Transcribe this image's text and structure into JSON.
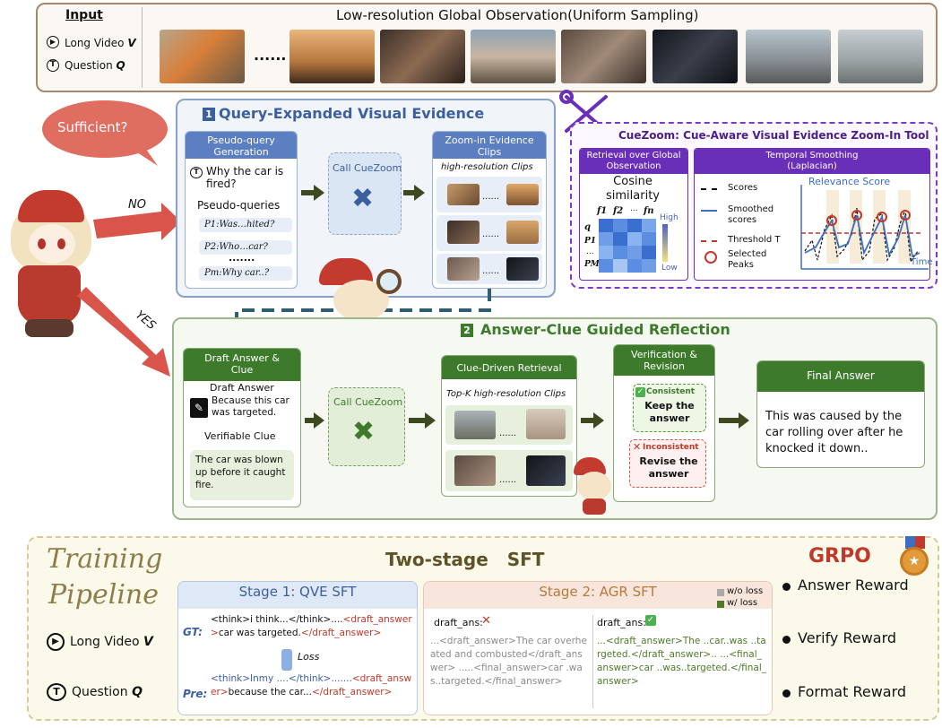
{
  "input": {
    "title": "Input",
    "long_video": "Long Video",
    "long_video_var": "V",
    "question": "Question",
    "question_var": "Q",
    "observation_title": "Low-resolution Global Observation(Uniform Sampling)",
    "ellipsis": "......"
  },
  "sufficient": "Sufficient?",
  "no": "NO",
  "yes": "YES",
  "qve": {
    "num": "1",
    "title": "Query-Expanded Visual Evidence",
    "pseudo_header": "Pseudo-query Generation",
    "question": "Why the car is fired?",
    "pseudo_queries": "Pseudo-queries",
    "p1": "P1:Was…hited?",
    "p2": "P2:Who…car?",
    "pdots": ".......",
    "pm": "Pm:Why car..?",
    "call": "Call CueZoom",
    "zoom_header": "Zoom-in Evidence Clips",
    "hires": "high-resolution Clips",
    "dots": "......"
  },
  "cuezoom": {
    "title": "CueZoom: Cue-Aware Visual Evidence Zoom-In Tool",
    "retrieval_header": "Retrieval over Global Observation",
    "cosine": "Cosine similarity",
    "f_labels": [
      "f1",
      "f2",
      "...",
      "fn"
    ],
    "row_labels": [
      "q",
      "P1",
      "...",
      "PM"
    ],
    "high": "High",
    "low": "Low",
    "smooth_header": "Temporal Smoothing (Laplacian)",
    "legend": [
      "Scores",
      "Smoothed scores",
      "Threshold",
      "Selected Peaks"
    ],
    "threshold_symbol": "T",
    "relevance": "Relevance Score",
    "time": "Time"
  },
  "agr": {
    "num": "2",
    "title": "Answer-Clue Guided Reflection",
    "draft_header": "Draft Answer & Clue",
    "draft_answer_label": "Draft Answer",
    "draft_answer": "Because this car was targeted.",
    "clue_label": "Verifiable Clue",
    "clue": "The car was blown up before it caught fire.",
    "call": "Call CueZoom",
    "retrieval_header": "Clue-Driven Retrieval",
    "topk": "Top-K high-resolution Clips",
    "dots": "......",
    "verify_header": "Verification & Revision",
    "consistent": "Consistent",
    "keep": "Keep the answer",
    "inconsistent": "Inconsistent",
    "revise": "Revise the answer",
    "final_header": "Final Answer",
    "final": "This was caused by the car rolling over after he knocked it down.."
  },
  "training": {
    "title1": "Training",
    "title2": "Pipeline",
    "two_stage": "Two-stage   SFT",
    "long_video": "Long Video",
    "question": "Question",
    "var_v": "V",
    "var_q": "Q",
    "stage1_title": "Stage 1: QVE SFT",
    "gt": "GT:",
    "gt_text_a": "<think>i think...</think>....",
    "gt_text_b": "<draft_answer>",
    "gt_text_c": "car was targeted.",
    "gt_text_d": "</draft_answer>",
    "loss": "Loss",
    "pre": "Pre:",
    "pre_text_a": "<think>Inmy ....</think>.......",
    "pre_text_b": "<draft_answer>",
    "pre_text_c": "because the car...",
    "pre_text_d": "</draft_answer>",
    "stage2_title": "Stage 2: AGR SFT",
    "wo_loss": "w/o loss",
    "w_loss": "w/ loss",
    "draft_ans": "draft_ans:",
    "left_text": "...<draft_answer>The car overheated and combusted</draft_answer> .....<final_answer>car .was..targeted.</final_answer>",
    "right_text": "...<draft_answer>The ..car..was ..targeted.</draft_answer>.. ...<final_answer>car ..was..targeted.</final_answer>",
    "grpo": "GRPO",
    "rewards": [
      "Answer Reward",
      "Verify Reward",
      "Format Reward"
    ]
  },
  "colors": {
    "green_header": "#3d7a2c",
    "blue_header": "#5b7fc1",
    "purple": "#6a2fb8",
    "red_arrow": "#d9544a",
    "dark_arrow": "#3d4a1f"
  }
}
